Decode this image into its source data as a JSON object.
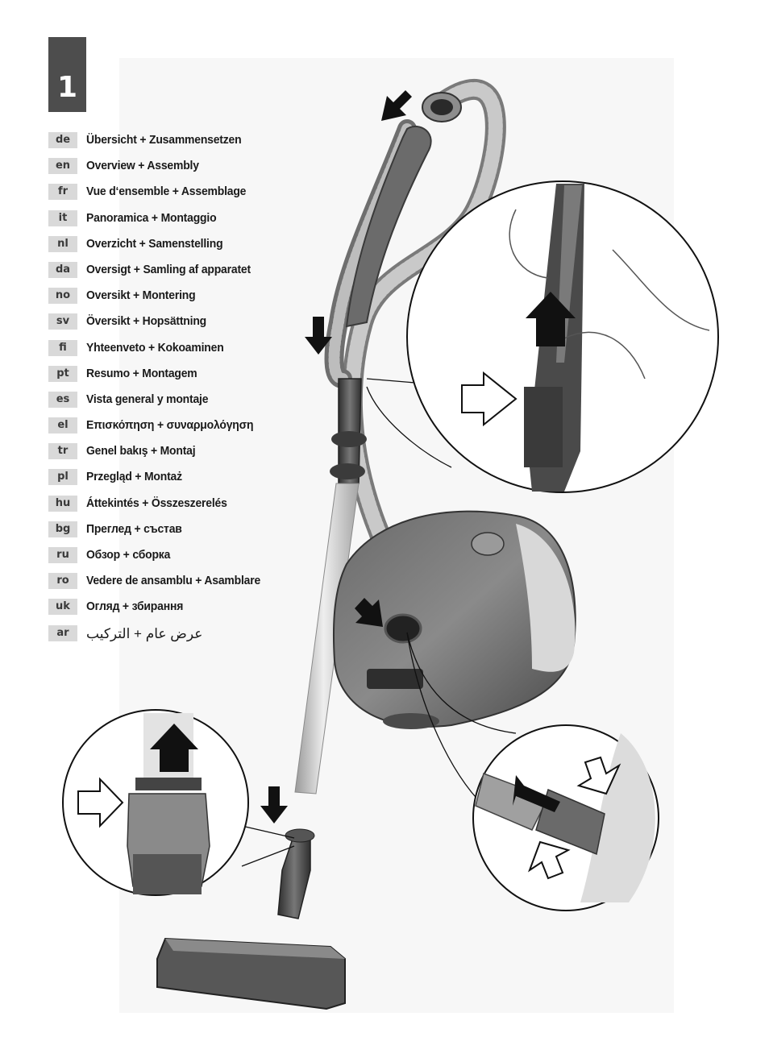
{
  "step": {
    "number": "1"
  },
  "languages": [
    {
      "code": "de",
      "title": "Übersicht + Zusammensetzen"
    },
    {
      "code": "en",
      "title": "Overview + Assembly"
    },
    {
      "code": "fr",
      "title": "Vue d‘ensemble + Assemblage"
    },
    {
      "code": "it",
      "title": "Panoramica + Montaggio"
    },
    {
      "code": "nl",
      "title": "Overzicht + Samenstelling"
    },
    {
      "code": "da",
      "title": "Oversigt + Samling af apparatet"
    },
    {
      "code": "no",
      "title": "Oversikt + Montering"
    },
    {
      "code": "sv",
      "title": "Översikt + Hopsättning"
    },
    {
      "code": "fi",
      "title": "Yhteenveto + Kokoaminen"
    },
    {
      "code": "pt",
      "title": "Resumo + Montagem"
    },
    {
      "code": "es",
      "title": "Vista general y montaje"
    },
    {
      "code": "el",
      "title": "Επισκόπηση + συναρμολόγηση"
    },
    {
      "code": "tr",
      "title": "Genel bakış + Montaj"
    },
    {
      "code": "pl",
      "title": "Przegląd + Montaż"
    },
    {
      "code": "hu",
      "title": "Áttekintés + Összeszerelés"
    },
    {
      "code": "bg",
      "title": "Преглед + състав"
    },
    {
      "code": "ru",
      "title": "Обзор + сборка"
    },
    {
      "code": "ro",
      "title": "Vedere de ansamblu + Asamblare"
    },
    {
      "code": "uk",
      "title": "Огляд + збирання"
    },
    {
      "code": "ar",
      "title": "عرض عام + التركيب"
    }
  ],
  "colors": {
    "badge": "#4d4d4d",
    "code_bg": "#d9d9d9",
    "text": "#1a1a1a"
  }
}
